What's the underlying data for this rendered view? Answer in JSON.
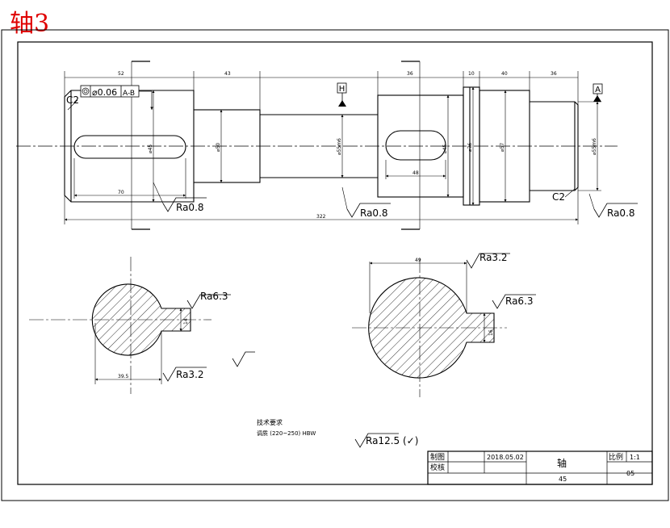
{
  "header": {
    "title": "轴3"
  },
  "drawing": {
    "tolerance_frame": "⌀0.06",
    "datum_ref": "A-B",
    "datum_a": "A",
    "datum_b": "H",
    "chamfer_left": "C2",
    "chamfer_right": "C2",
    "dims_top": [
      "52",
      "43",
      "36",
      "10",
      "40",
      "36"
    ],
    "dim_total": "322",
    "dim_keyway_left": "70",
    "dim_keyway_right": "48",
    "dim_diameters": [
      "⌀45",
      "⌀50",
      "⌀55m6",
      "⌀45",
      "⌀76",
      "⌀57",
      "⌀55m6"
    ],
    "roughness": {
      "r1": "Ra0.8",
      "r2": "Ra0.8",
      "r3": "Ra0.8",
      "sec_left_top": "Ra6.3",
      "sec_left_bottom": "Ra3.2",
      "sec_right_top": "Ra3.2",
      "sec_right_side": "Ra6.3",
      "general": "Ra12.5 (✓)"
    },
    "section_left_width": "39.5",
    "section_left_key": "14",
    "section_right_width": "49",
    "section_right_key": "16",
    "notes_title": "技术要求",
    "notes_line": "调质 (220~250) HBW"
  },
  "title_block": {
    "drawn_label": "制图",
    "checked_label": "校核",
    "date": "2018.05.02",
    "part_name": "轴",
    "scale_label": "比例",
    "scale_value": "1:1",
    "material": "45",
    "sheet_no": "05"
  }
}
